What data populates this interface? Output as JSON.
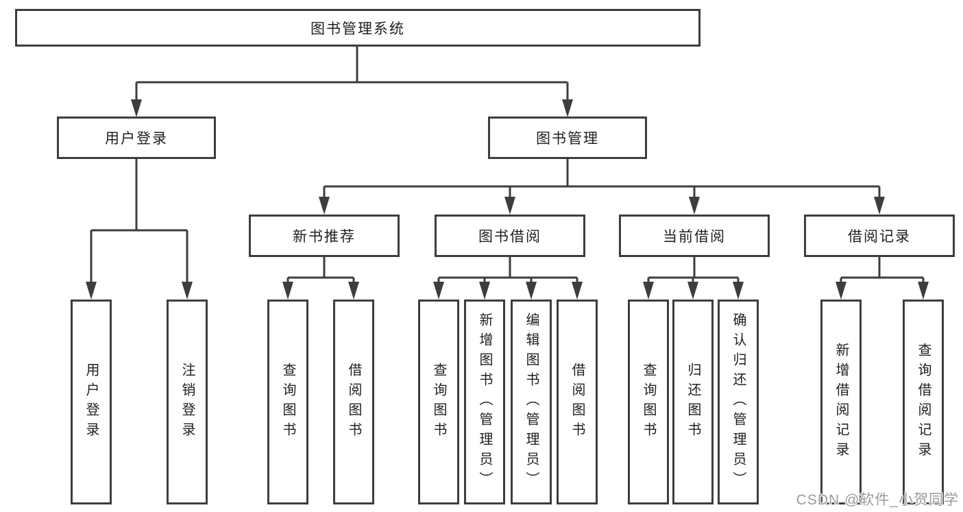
{
  "colors": {
    "line": "#3d3d3d",
    "text": "#1f1f1f",
    "background": "#ffffff",
    "watermark_text": "#9b9b9b"
  },
  "tree": {
    "label": "图书管理系统",
    "children": [
      {
        "label": "用户登录",
        "children": [
          {
            "label": "用户登录"
          },
          {
            "label": "注销登录"
          }
        ]
      },
      {
        "label": "图书管理",
        "children": [
          {
            "label": "新书推荐",
            "children": [
              {
                "label": "查询图书"
              },
              {
                "label": "借阅图书"
              }
            ]
          },
          {
            "label": "图书借阅",
            "children": [
              {
                "label": "查询图书"
              },
              {
                "label": "新增图书（管理员）"
              },
              {
                "label": "编辑图书（管理员）"
              },
              {
                "label": "借阅图书"
              }
            ]
          },
          {
            "label": "当前借阅",
            "children": [
              {
                "label": "查询图书"
              },
              {
                "label": "归还图书"
              },
              {
                "label": "确认归还（管理员）"
              }
            ]
          },
          {
            "label": "借阅记录",
            "children": [
              {
                "label": "新增借阅记录"
              },
              {
                "label": "查询借阅记录"
              }
            ]
          }
        ]
      }
    ]
  },
  "watermark": {
    "text": "CSDN @软件_小贺同学"
  }
}
